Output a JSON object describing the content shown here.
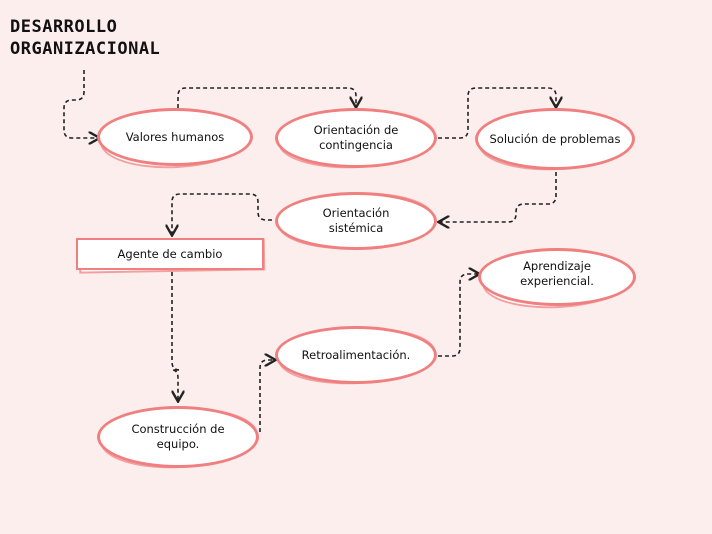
{
  "title": {
    "line1": "DESARROLLO",
    "line2": "ORGANIZACIONAL"
  },
  "nodes": {
    "valores": "Valores humanos",
    "contingencia_l1": "Orientación de",
    "contingencia_l2": "contingencia",
    "solucion": "Solución de problemas",
    "sistemica_l1": "Orientación",
    "sistemica_l2": "sistémica",
    "agente": "Agente de cambio",
    "construccion_l1": "Construcción de",
    "construccion_l2": "equipo.",
    "retro": "Retroalimentación.",
    "aprendizaje_l1": "Aprendizaje",
    "aprendizaje_l2": "experiencial."
  },
  "colors": {
    "outline": "#f07f7f",
    "background": "#fdeeee",
    "arrow": "#222222"
  }
}
